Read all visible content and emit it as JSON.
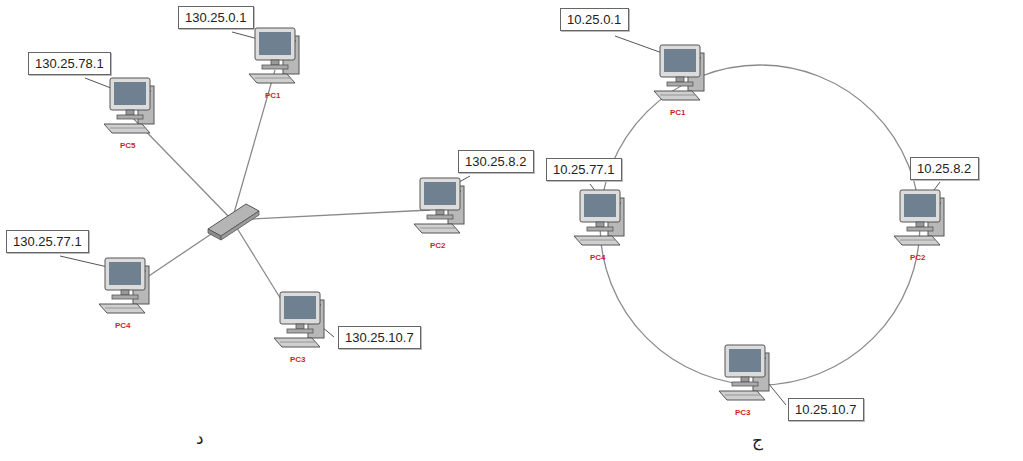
{
  "diagram": {
    "nodes": [
      {
        "text": [
          "130.25.0.1"
        ]
      },
      {
        "text": [
          "130.25.78.1"
        ]
      },
      {
        "text": [
          "130.25.8.2"
        ]
      },
      {
        "text": [
          "130.25.77.1"
        ]
      },
      {
        "text": [
          "130.25.10.7"
        ]
      },
      {
        "text": [
          "10.25.0.1"
        ]
      },
      {
        "text": [
          "10.25.77.1"
        ]
      },
      {
        "text": [
          "10.25.8.2"
        ]
      },
      {
        "text": [
          "10.25.10.7"
        ]
      }
    ],
    "labels": [
      "PC1",
      "PC5",
      "PC2",
      "PC4",
      "PC3",
      "PC1",
      "PC4",
      "PC2",
      "PC3",
      "د",
      "ج"
    ]
  }
}
